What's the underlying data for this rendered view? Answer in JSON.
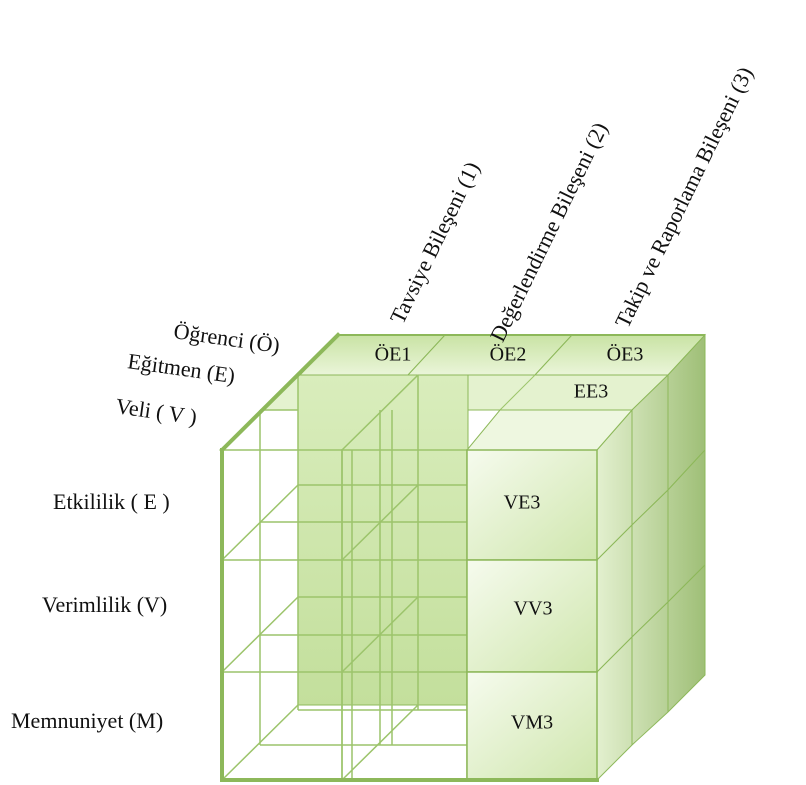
{
  "diagram": {
    "column_headers": [
      "Tavsiye Bileşeni (1)",
      "Değerlendirme Bileşeni (2)",
      "Takip ve Raporlama Bileşeni (3)"
    ],
    "perspective_labels": [
      "Öğrenci (Ö)",
      "Eğitmen (E)",
      "Veli ( V )"
    ],
    "row_labels": [
      "Etkililik ( E )",
      "Verimlilik (V)",
      "Memnuniyet (M)"
    ],
    "top_cells": [
      "ÖE1",
      "ÖE2",
      "ÖE3"
    ],
    "middle_top_cell": "EE3",
    "front_cells": [
      "VE3",
      "VV3",
      "VM3"
    ],
    "colors": {
      "edge": "#8db85a",
      "fill_light": "#e9f5d6",
      "fill_mid": "#d4ebb4",
      "fill_dark": "#b9d98f",
      "wire": "#9cc46b"
    }
  }
}
